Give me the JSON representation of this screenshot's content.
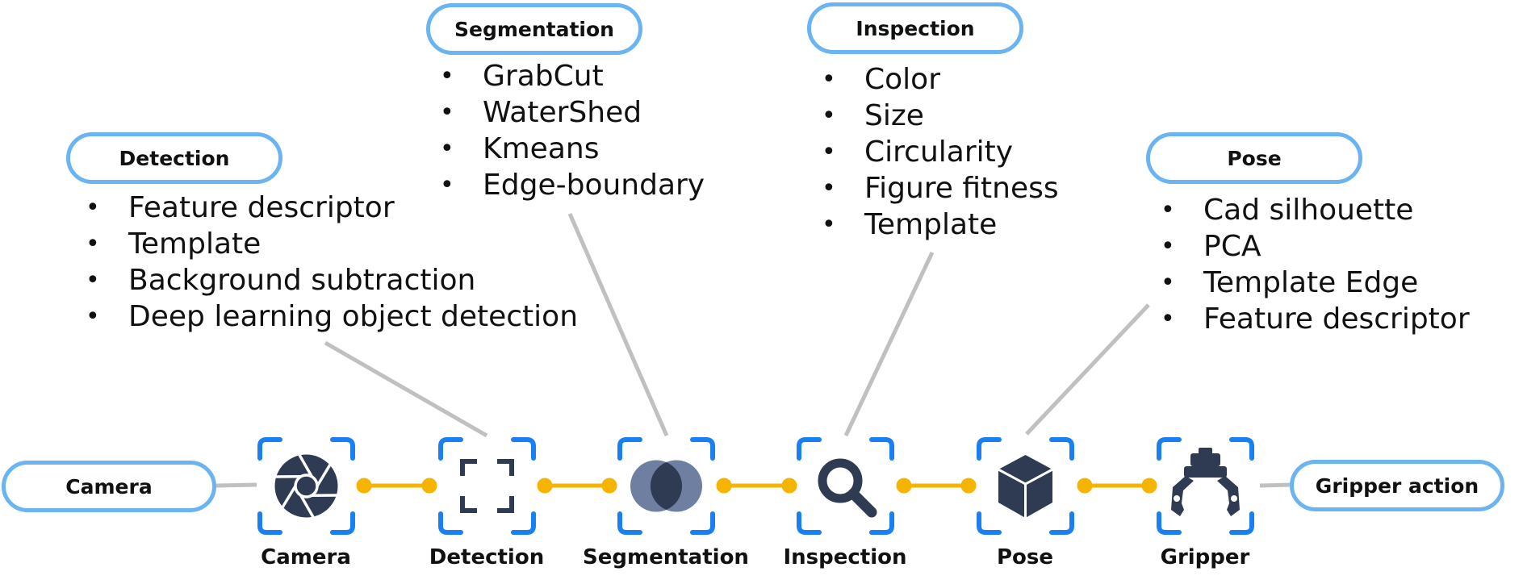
{
  "colors": {
    "pill_border": "#6ab4f2",
    "frame_blue": "#1a7ff0",
    "connector": "#f4b400",
    "leader_line": "#c0c0c0",
    "icon_dark": "#2e3b52",
    "icon_light": "#6e7fa2"
  },
  "callouts": {
    "detection": {
      "label": "Detection",
      "items": [
        "Feature descriptor",
        "Template",
        "Background subtraction",
        "Deep learning object detection"
      ]
    },
    "segmentation": {
      "label": "Segmentation",
      "items": [
        "GrabCut",
        "WaterShed",
        "Kmeans",
        "Edge-boundary"
      ]
    },
    "inspection": {
      "label": "Inspection",
      "items": [
        "Color",
        "Size",
        "Circularity",
        "Figure fitness",
        "Template"
      ]
    },
    "pose": {
      "label": "Pose",
      "items": [
        "Cad silhouette",
        "PCA",
        "Template Edge",
        "Feature descriptor"
      ]
    }
  },
  "endpoints": {
    "input_label": "Camera",
    "output_label": "Gripper action"
  },
  "pipeline": [
    {
      "key": "camera",
      "label": "Camera",
      "icon": "aperture-icon"
    },
    {
      "key": "detection",
      "label": "Detection",
      "icon": "bounding-box-icon"
    },
    {
      "key": "segmentation",
      "label": "Segmentation",
      "icon": "overlap-circles-icon"
    },
    {
      "key": "inspection",
      "label": "Inspection",
      "icon": "magnifier-icon"
    },
    {
      "key": "pose",
      "label": "Pose",
      "icon": "cube-icon"
    },
    {
      "key": "gripper",
      "label": "Gripper",
      "icon": "gripper-icon"
    }
  ]
}
